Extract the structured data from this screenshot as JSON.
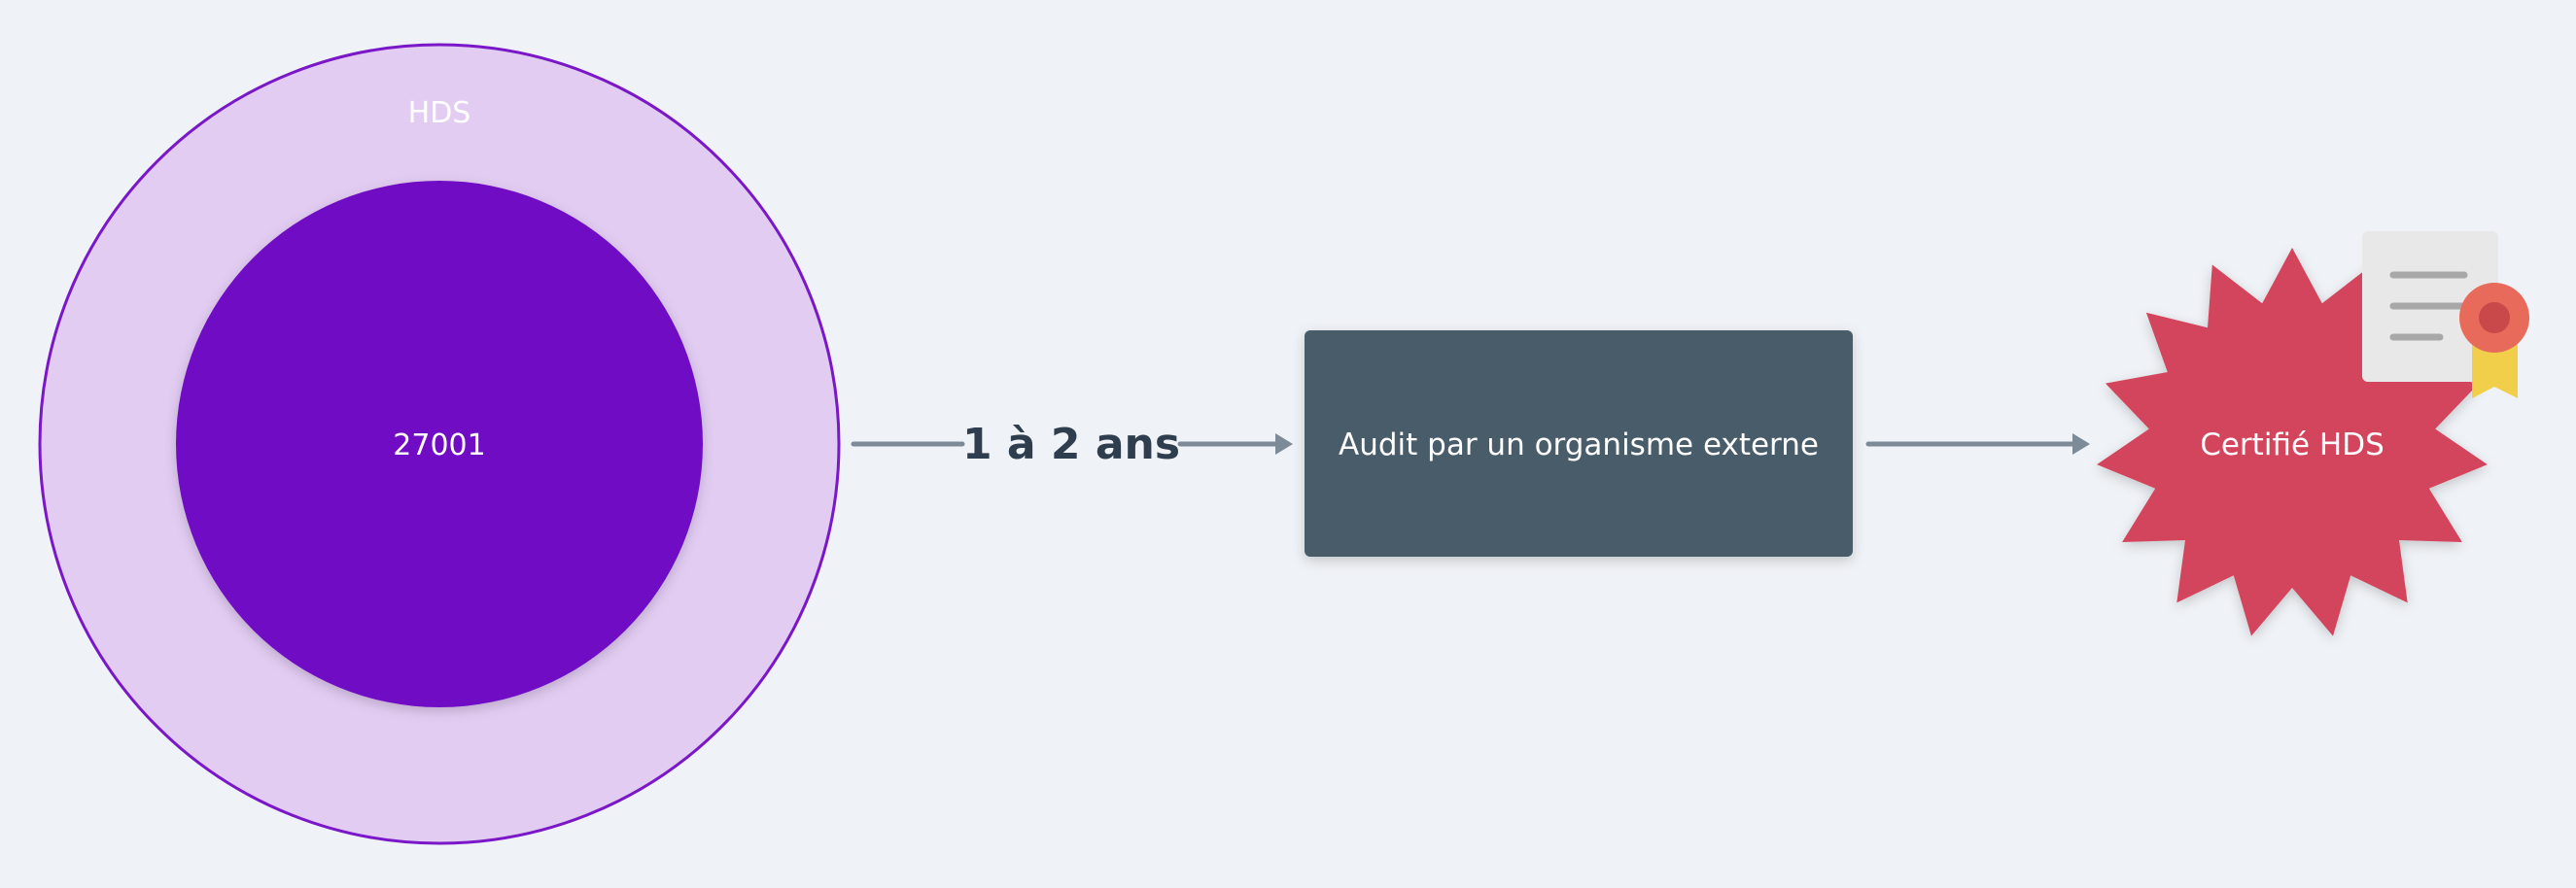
{
  "diagram": {
    "outer_circle_label": "HDS",
    "inner_circle_label": "27001",
    "duration_label": "1 à 2 ans",
    "audit_box_label": "Audit par un organisme externe",
    "certified_badge_label": "Certifié HDS"
  },
  "colors": {
    "background": "#eff2f6",
    "outer_circle_fill": "#e2ccf2",
    "outer_circle_stroke": "#7a17c8",
    "inner_circle_fill": "#7010c4",
    "arrow": "#7d8a98",
    "audit_box": "#4a5b6b",
    "badge": "#d3455b",
    "certificate_paper": "#e8e8e8",
    "certificate_lines": "#a8a8a8",
    "medal": "#e76a5a",
    "ribbon": "#f2cf4a"
  },
  "icons": {
    "certificate": "certificate-icon"
  }
}
